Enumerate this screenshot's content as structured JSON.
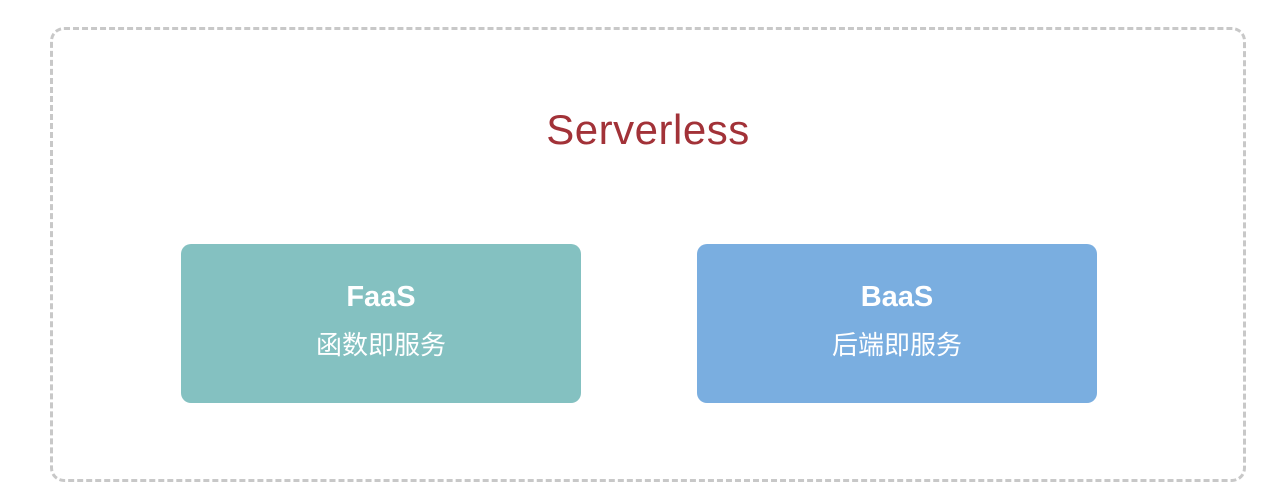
{
  "diagram": {
    "title": "Serverless",
    "title_color": "#a23238",
    "border_color": "#c8c8c8",
    "boxes": [
      {
        "id": "faas",
        "title": "FaaS",
        "subtitle": "函数即服务",
        "color": "#84c1c1"
      },
      {
        "id": "baas",
        "title": "BaaS",
        "subtitle": "后端即服务",
        "color": "#7aaee0"
      }
    ]
  }
}
